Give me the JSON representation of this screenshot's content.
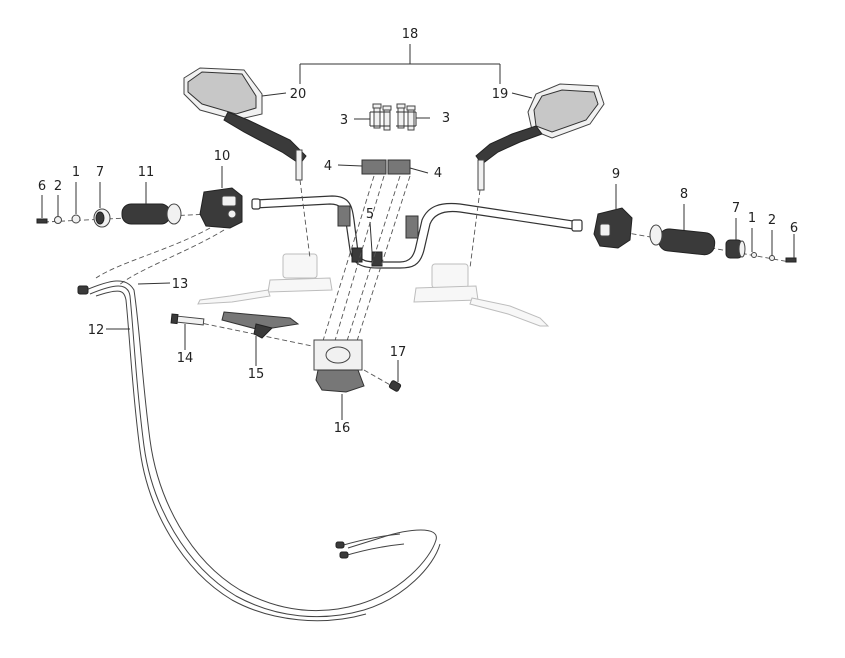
{
  "callouts": {
    "c1_left": "1",
    "c1_right": "1",
    "c2_left": "2",
    "c2_right": "2",
    "c3_left": "3",
    "c3_right": "3",
    "c4_left": "4",
    "c4_right": "4",
    "c5": "5",
    "c6_left": "6",
    "c6_right": "6",
    "c7_left": "7",
    "c7_right": "7",
    "c8": "8",
    "c9": "9",
    "c10": "10",
    "c11": "11",
    "c12": "12",
    "c13": "13",
    "c14": "14",
    "c15": "15",
    "c16": "16",
    "c17": "17",
    "c18": "18",
    "c19": "19",
    "c20": "20"
  }
}
